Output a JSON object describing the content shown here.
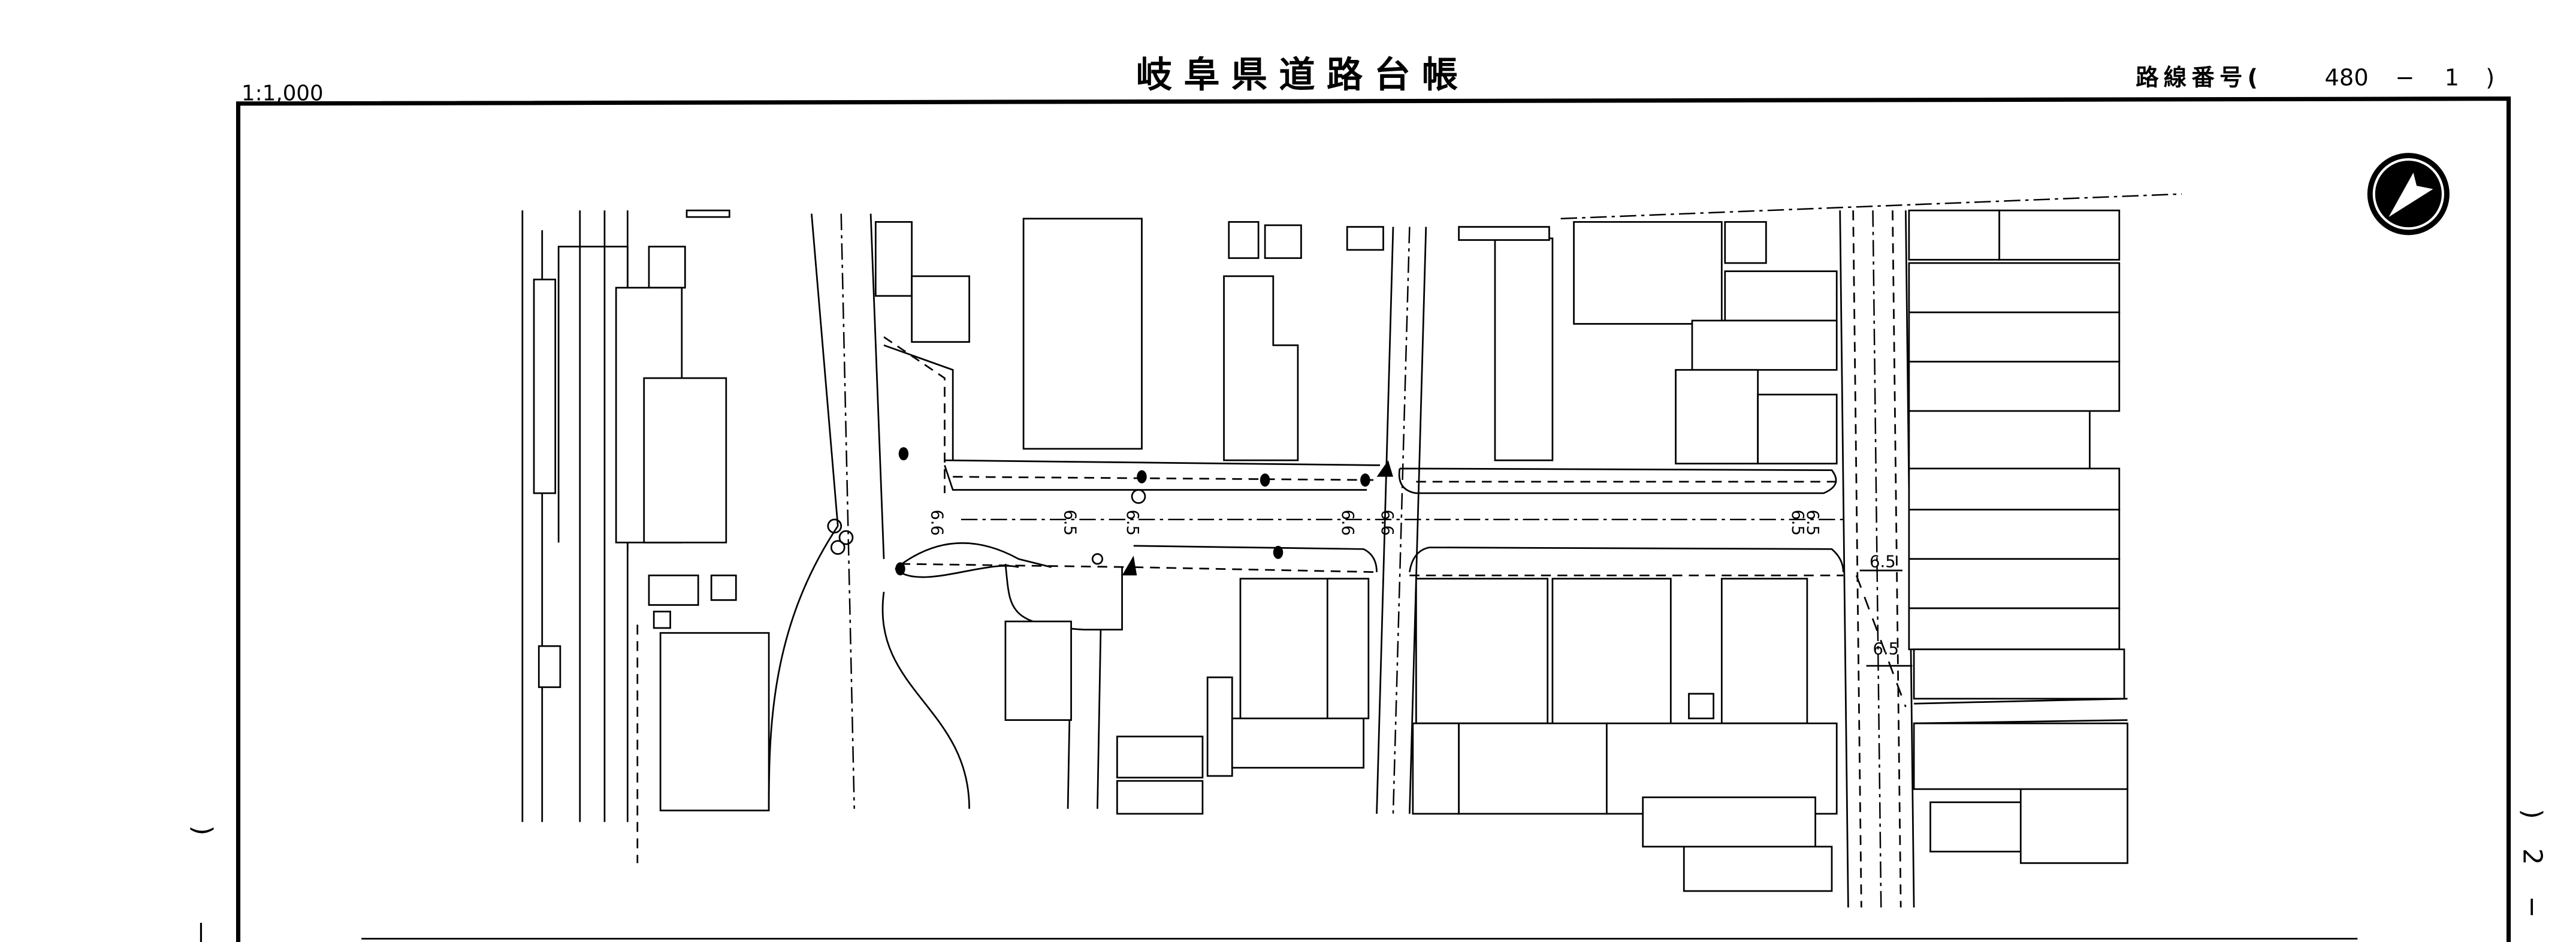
{
  "header": {
    "title": "岐阜県道路台帳",
    "scale": "1:1,000",
    "route_label": "路線番号(",
    "route_number": "480",
    "route_dash": "−",
    "route_section": "1",
    "route_close": ")"
  },
  "margin_left": {
    "paren": ")",
    "dash": "|"
  },
  "margin_right": {
    "paren": ")",
    "sheet_no": "2",
    "dash": "−"
  },
  "compass": {
    "icon": "north-arrow-icon"
  },
  "dimensions": {
    "w1": "6.6",
    "w2": "6.5",
    "w3": "6.5",
    "w4": "6.6",
    "w5": "6.6",
    "w6": "6.5",
    "w7": "6.5",
    "w8": "6.5",
    "w9": "6.5"
  }
}
